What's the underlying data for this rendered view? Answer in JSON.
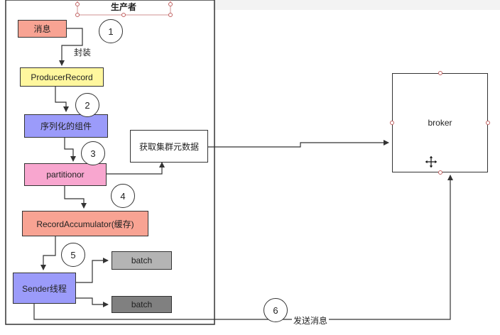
{
  "title": "生产者",
  "nodes": {
    "message": "消息",
    "producer_record": "ProducerRecord",
    "serializer": "序列化的组件",
    "partitioner": "partitionor",
    "accumulator": "RecordAccumulator(缓存)",
    "sender": "Sender线程",
    "batch_1": "batch",
    "batch_2": "batch",
    "metadata": "获取集群元数据",
    "broker": "broker"
  },
  "edge_labels": {
    "wrap": "封装",
    "send": "发送消息"
  },
  "steps": [
    "1",
    "2",
    "3",
    "4",
    "5",
    "6"
  ],
  "colors": {
    "message": "#f8a393",
    "producer_record": "#fff79e",
    "serializer": "#9b9bfa",
    "partitioner": "#f8a6cf",
    "accumulator": "#f8a393",
    "sender": "#9b9bfa",
    "batch_1": "#b4b4b4",
    "batch_2": "#808080"
  }
}
